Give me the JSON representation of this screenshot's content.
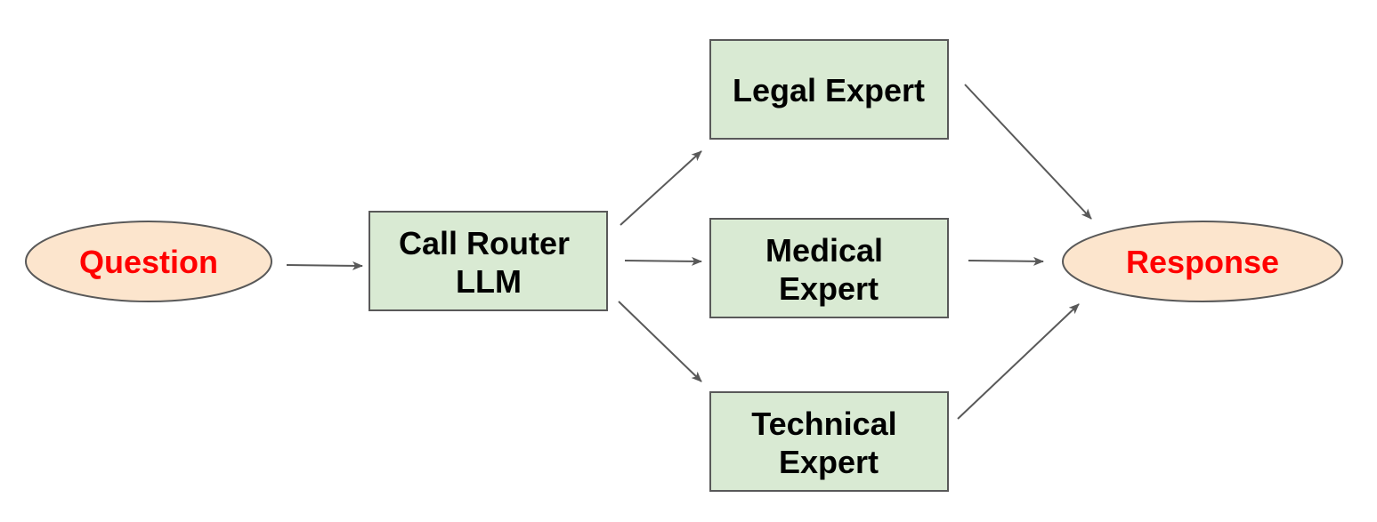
{
  "colors": {
    "terminal_fill": "#fce5cd",
    "terminal_text": "#ff0000",
    "box_fill": "#d9ead3",
    "box_text": "#000000",
    "stroke": "#595959"
  },
  "nodes": {
    "question": {
      "label": "Question"
    },
    "router": {
      "label_line1": "Call Router",
      "label_line2": "LLM"
    },
    "legal": {
      "label": "Legal Expert"
    },
    "medical": {
      "label_line1": "Medical",
      "label_line2": "Expert"
    },
    "technical": {
      "label_line1": "Technical",
      "label_line2": "Expert"
    },
    "response": {
      "label": "Response"
    }
  },
  "edges": [
    {
      "from": "question",
      "to": "router"
    },
    {
      "from": "router",
      "to": "legal"
    },
    {
      "from": "router",
      "to": "medical"
    },
    {
      "from": "router",
      "to": "technical"
    },
    {
      "from": "legal",
      "to": "response"
    },
    {
      "from": "medical",
      "to": "response"
    },
    {
      "from": "technical",
      "to": "response"
    }
  ]
}
